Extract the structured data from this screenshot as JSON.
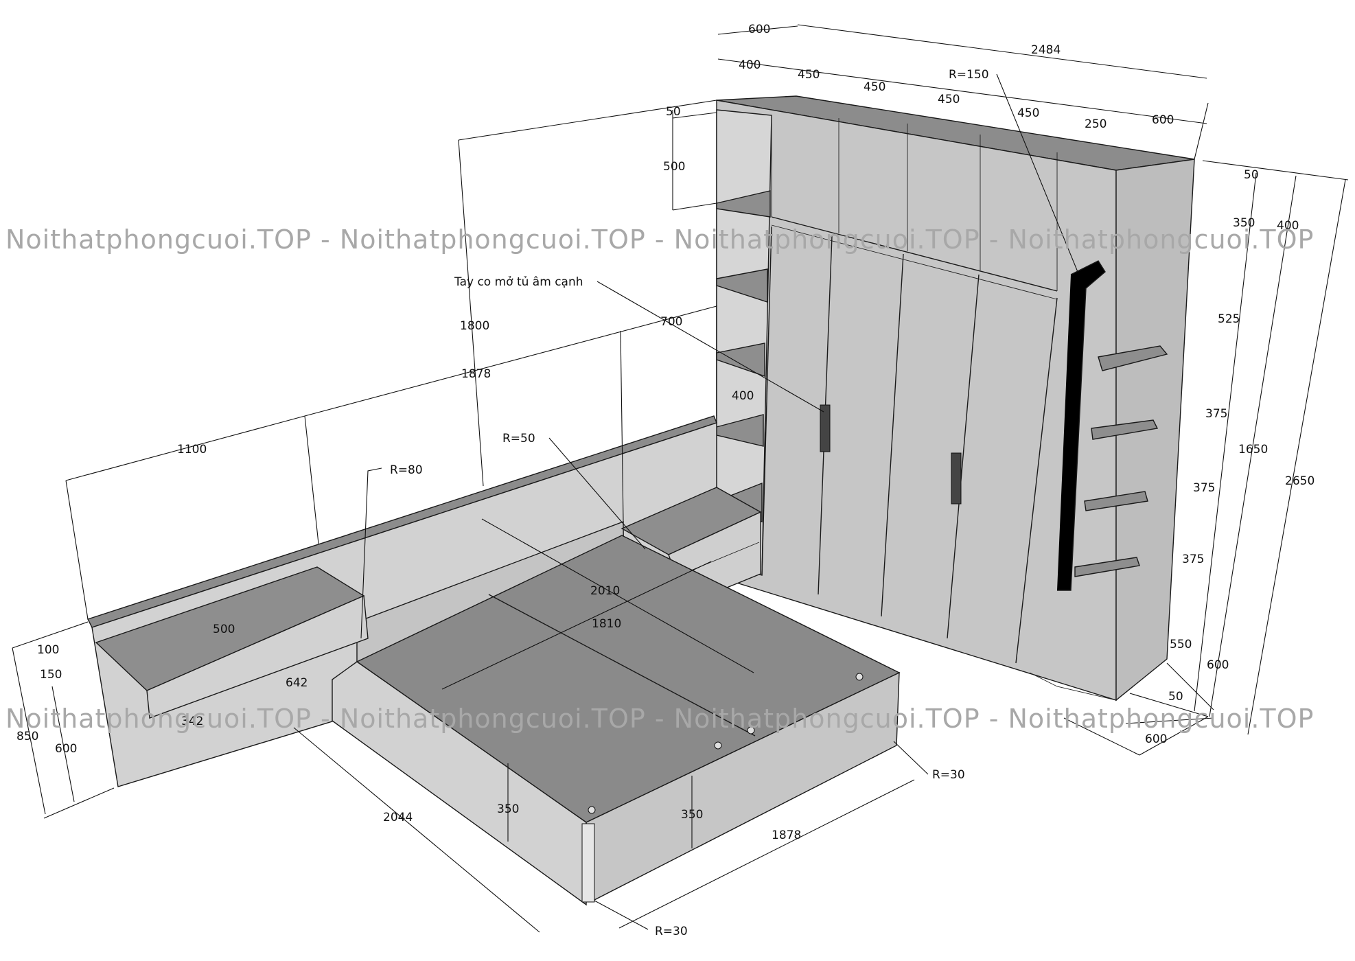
{
  "watermark": {
    "text": "Noithatphongcuoi.TOP - Noithatphongcuoi.TOP - Noithatphongcuoi.TOP - Noithatphongcuoi.TOP"
  },
  "notes": {
    "handle": "Tay co mở tủ âm cạnh",
    "r150": "R=150",
    "r80": "R=80",
    "r50": "R=50",
    "r30a": "R=30",
    "r30b": "R=30"
  },
  "dims": {
    "wardrobe": {
      "depth_top": "600",
      "width": "2484",
      "d400": "400",
      "d450a": "450",
      "d450b": "450",
      "d450c": "450",
      "d450d": "450",
      "d250": "250",
      "d600_side": "600",
      "top50": "50",
      "top500": "500",
      "r50top": "50",
      "r350": "350",
      "r400": "400",
      "r525": "525",
      "r375a": "375",
      "r375b": "375",
      "r375c": "375",
      "r550": "550",
      "r50b": "50",
      "r600b": "600",
      "r600depth": "600",
      "r1650": "1650",
      "r2650": "2650"
    },
    "bed": {
      "h1800": "1800",
      "w1878top": "1878",
      "w1100": "1100",
      "d700": "700",
      "d400shelf": "400",
      "l2010": "2010",
      "l1810": "1810",
      "w500": "500",
      "w642": "642",
      "w342": "342",
      "h100": "100",
      "h150": "150",
      "h850": "850",
      "h600": "600",
      "l2044": "2044",
      "h350a": "350",
      "h350b": "350",
      "w1878bot": "1878"
    }
  }
}
